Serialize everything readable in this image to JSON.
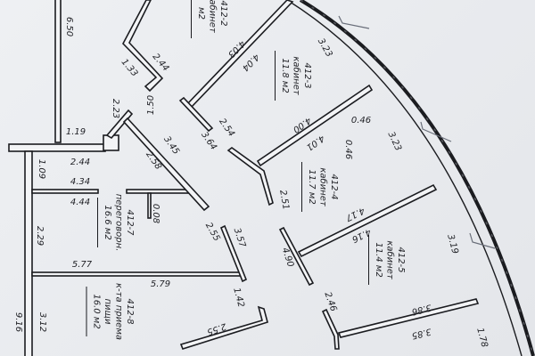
{
  "rooms": [
    {
      "id": "412-2",
      "name": "кабинет",
      "area": "м2"
    },
    {
      "id": "412-3",
      "name": "кабинет",
      "area": "11.8 м2"
    },
    {
      "id": "412-4",
      "name": "кабинет",
      "area": "11.7 м2"
    },
    {
      "id": "412-5",
      "name": "кабинет",
      "area": "11.4 м2"
    },
    {
      "id": "412-7",
      "name": "переговорн.",
      "area": "16.6 м2"
    },
    {
      "id": "412-8",
      "name": "к-та приема",
      "name2": "пищи",
      "area": "16.0 м2"
    }
  ],
  "dimensions": [
    "6.50",
    "1.33",
    "2.44",
    "1.50",
    "2.23",
    "1.19",
    "2.44",
    "4.34",
    "4.44",
    "1.09",
    "0.08",
    "3.45",
    "2.58",
    "3.64",
    "2.54",
    "4.03",
    "4.04",
    "3.23",
    "3.23",
    "0.46",
    "0.46",
    "4.00",
    "4.01",
    "2.51",
    "2.55",
    "3.57",
    "4.90",
    "4.17",
    "4.16",
    "3.19",
    "2.29",
    "5.77",
    "5.79",
    "1.42",
    "9.16",
    "3.12",
    "2.55",
    "2.46",
    "3.86",
    "3.85",
    "1.78"
  ],
  "colors": {
    "paper": "#e9ebee",
    "ink": "#1b1c20",
    "pen": "#6a6f7a"
  }
}
